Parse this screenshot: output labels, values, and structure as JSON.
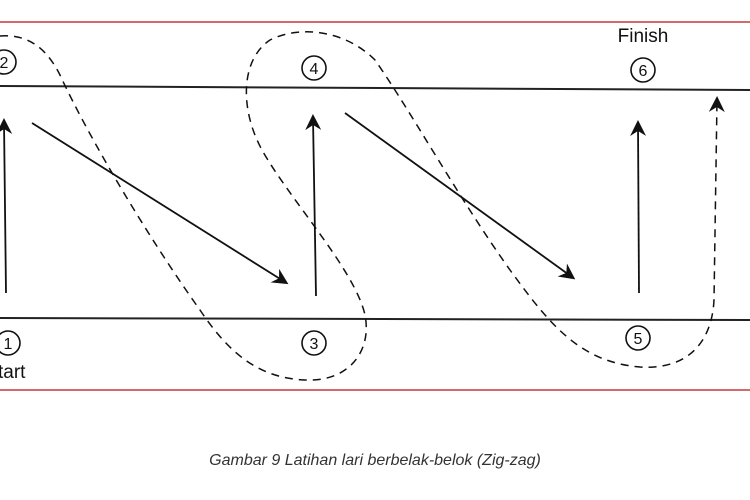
{
  "diagram": {
    "labels": {
      "finish": "Finish",
      "start": "tart"
    },
    "markers": [
      "1",
      "2",
      "3",
      "4",
      "5",
      "6"
    ],
    "caption": "Gambar 9  Latihan lari berbelak-belok (Zig-zag)",
    "colors": {
      "frame": "#d46a6a",
      "ink": "#111111",
      "caption": "#333333"
    }
  }
}
